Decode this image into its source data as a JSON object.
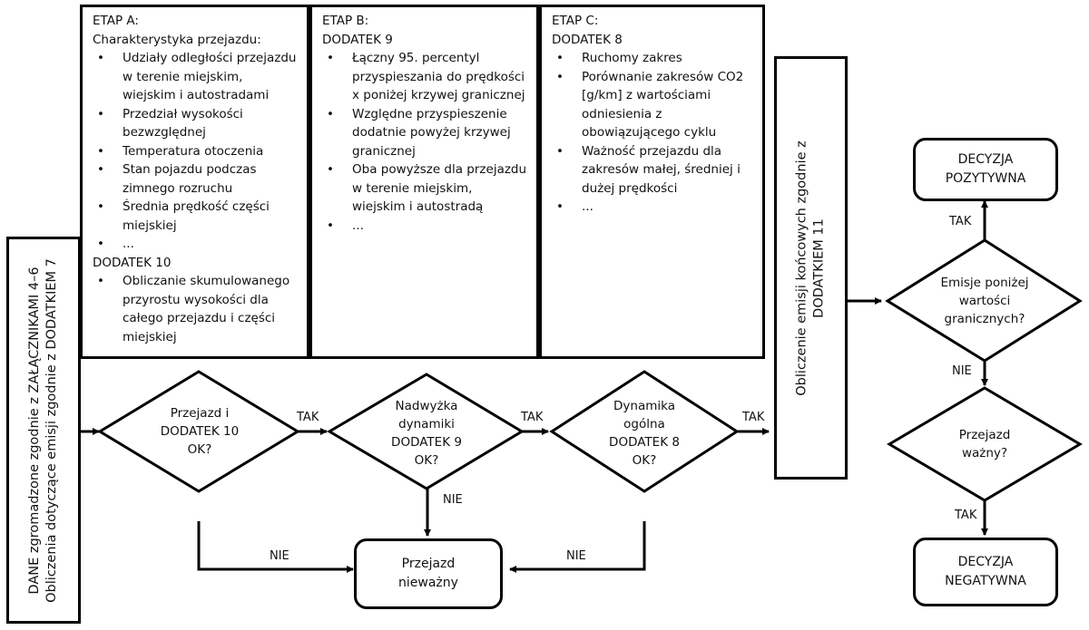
{
  "left_box": {
    "line1": "DANE zgromadzone zgodnie z ZAŁĄCZNIKAMI 4–6",
    "line2": "Obliczenia dotyczące emisji zgodnie z DODATKIEM 7"
  },
  "stage_a": {
    "title": "ETAP A:",
    "subtitle": "Charakterystyka przejazdu:",
    "items": [
      "Udziały odległości przejazdu w terenie miejskim, wiejskim i autostradami",
      "Przedział wysokości bezwzględnej",
      "Temperatura otoczenia",
      "Stan pojazdu podczas zimnego rozruchu",
      "Średnia prędkość części miejskiej",
      "..."
    ],
    "subtitle2": "DODATEK 10",
    "items2": [
      "Obliczanie skumulowanego przyrostu wysokości dla całego przejazdu i części miejskiej"
    ]
  },
  "stage_b": {
    "title": "ETAP B:",
    "subtitle": "DODATEK 9",
    "items": [
      "Łączny 95. percentyl przyspieszania do prędkości x poniżej krzywej granicznej",
      "Względne przyspieszenie dodatnie powyżej krzywej granicznej",
      "Oba powyższe dla przejazdu w terenie miejskim, wiejskim i autostradą",
      "..."
    ]
  },
  "stage_c": {
    "title": "ETAP C:",
    "subtitle": "DODATEK 8",
    "items": [
      "Ruchomy zakres",
      "Porównanie zakresów CO2 [g/km] z wartościami odniesienia z obowiązującego cyklu",
      "Ważność przejazdu dla zakresów małej, średniej i dużej prędkości",
      "..."
    ]
  },
  "decision1": {
    "line1": "Przejazd i",
    "line2": "DODATEK 10",
    "line3": "OK?"
  },
  "decision2": {
    "line1": "Nadwyżka",
    "line2": "dynamiki",
    "line3": "DODATEK 9",
    "line4": "OK?"
  },
  "decision3": {
    "line1": "Dynamika",
    "line2": "ogólna",
    "line3": "DODATEK 8",
    "line4": "OK?"
  },
  "calc_box": {
    "line1": "Obliczenie emisji końcowych zgodnie z",
    "line2": "DODATKIEM 11"
  },
  "decision4": {
    "line1": "Emisje poniżej",
    "line2": "wartości",
    "line3": "granicznych?"
  },
  "decision5": {
    "line1": "Przejazd",
    "line2": "ważny?"
  },
  "invalid_box": {
    "line1": "Przejazd",
    "line2": "nieważny"
  },
  "positive_box": {
    "line1": "DECYZJA",
    "line2": "POZYTYWNA"
  },
  "negative_box": {
    "line1": "DECYZJA",
    "line2": "NEGATYWNA"
  },
  "labels": {
    "tak": "TAK",
    "nie": "NIE"
  }
}
